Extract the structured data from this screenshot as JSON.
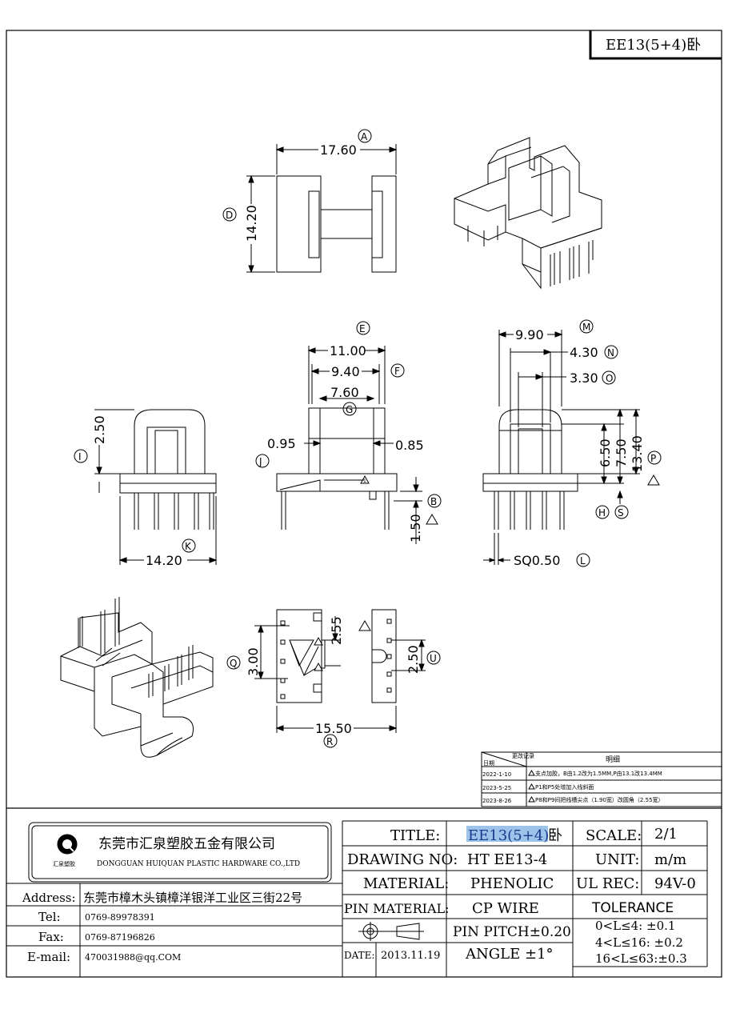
{
  "part_tag": "EE13(5+4)卧",
  "dims": {
    "A": "A",
    "D": "D",
    "E": "E",
    "F": "F",
    "G": "G",
    "I": "I",
    "J": "J",
    "K": "K",
    "B": "B",
    "M": "M",
    "N": "N",
    "O": "O",
    "P": "P",
    "H": "H",
    "S": "S",
    "L": "L",
    "Q": "Q",
    "R": "R",
    "U": "U",
    "v1760": "17.60",
    "v1420a": "14.20",
    "v1100": "11.00",
    "v940": "9.40",
    "v760": "7.60",
    "v095": "0.95",
    "v085": "0.85",
    "v250": "2.50",
    "v1420b": "14.20",
    "v150": "1.50",
    "v990": "9.90",
    "v430": "4.30",
    "v330": "3.30",
    "v650": "6.50",
    "v750": "7.50",
    "v1340": "13.40",
    "vsq": "SQ0.50",
    "v255": "2.55",
    "v300": "3.00",
    "v250b": "2.50",
    "v1550": "15.50"
  },
  "revision": {
    "header_date": "日期",
    "header_rev": "更改记录",
    "header_detail": "明细",
    "rows": [
      {
        "date": "2022-1-10",
        "note": "支点加胶，B由1.2改为1.5MM,P由13.1改13.4MM"
      },
      {
        "date": "2023-5-25",
        "note": "P1和P5处增加入线斜面"
      },
      {
        "date": "2023-8-26",
        "note": "P8和P9间把线槽尖点（1.90宽）改圆角（2.55宽）"
      }
    ]
  },
  "company": {
    "name_cn": "东莞市汇泉塑胶五金有限公司",
    "name_en": "DONGGUAN HUIQUAN PLASTIC HARDWARE CO.,LTD",
    "logo_text": "汇泉塑胶",
    "address_label": "Address:",
    "address": "东莞市樟木头镇樟洋银洋工业区三街22号",
    "tel_label": "Tel:",
    "tel": "0769-89978391",
    "fax_label": "Fax:",
    "fax": "0769-87196826",
    "email_label": "E-mail:",
    "email": "470031988@qq.COM"
  },
  "title_block": {
    "title_label": "TITLE:",
    "title_value": "EE13(5+4)",
    "title_suffix": "卧",
    "drawing_label": "DRAWING NO:",
    "drawing_value": "HT EE13-4",
    "material_label": "MATERIAL:",
    "material_value": "PHENOLIC",
    "pin_material_label": "PIN MATERIAL:",
    "pin_material_value": "CP WIRE",
    "date_label": "DATE:",
    "date_value": "2013.11.19",
    "pin_pitch": "PIN PITCH±0.20",
    "angle": "ANGLE  ±1°",
    "scale_label": "SCALE:",
    "scale_value": "2/1",
    "unit_label": "UNIT:",
    "unit_value": "m/m",
    "ul_label": "UL REC:",
    "ul_value": "94V-0",
    "tolerance_label": "TOLERANCE",
    "tol1": "0<L≤4:   ±0.1",
    "tol2": "4<L≤16:  ±0.2",
    "tol3": "16<L≤63:±0.3"
  }
}
